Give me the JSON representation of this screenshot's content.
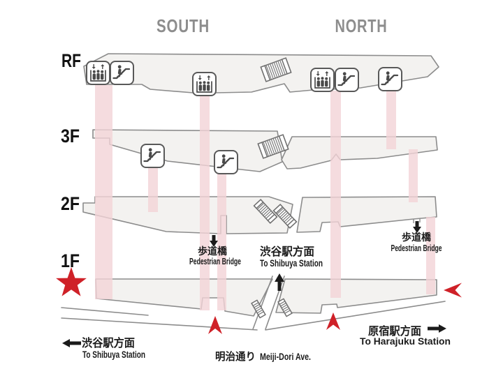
{
  "sections": {
    "south": "SOUTH",
    "north": "NORTH"
  },
  "floors": [
    {
      "label": "RF"
    },
    {
      "label": "3F"
    },
    {
      "label": "2F"
    },
    {
      "label": "1F"
    }
  ],
  "annotations": {
    "bridge_south": {
      "jp": "歩道橋",
      "en": "Pedestrian Bridge"
    },
    "bridge_north": {
      "jp": "歩道橋",
      "en": "Pedestrian Bridge"
    },
    "shibuya_center": {
      "jp": "渋谷駅方面",
      "en": "To Shibuya Station"
    },
    "shibuya_left": {
      "jp": "渋谷駅方面",
      "en": "To Shibuya Station"
    },
    "harajuku": {
      "jp": "原宿駅方面",
      "en": "To Harajuku Station"
    },
    "meiji_dori": {
      "jp": "明治通り",
      "en": "Meiji-Dori Ave."
    }
  },
  "icons": {
    "elevator": "elevator",
    "escalator": "escalator",
    "stairs": "stairs",
    "current_location": "red-star",
    "entrance_marker": "red-arrow"
  },
  "colors": {
    "accent_red": "#cf2128",
    "band_pink": "#f3d3d7",
    "slab_fill": "#f3f2f0",
    "outline_gray": "#8c8c8c",
    "header_gray": "#8d8d8d",
    "text_black": "#1b1b1b",
    "icon_gray": "#4a4a4a"
  }
}
